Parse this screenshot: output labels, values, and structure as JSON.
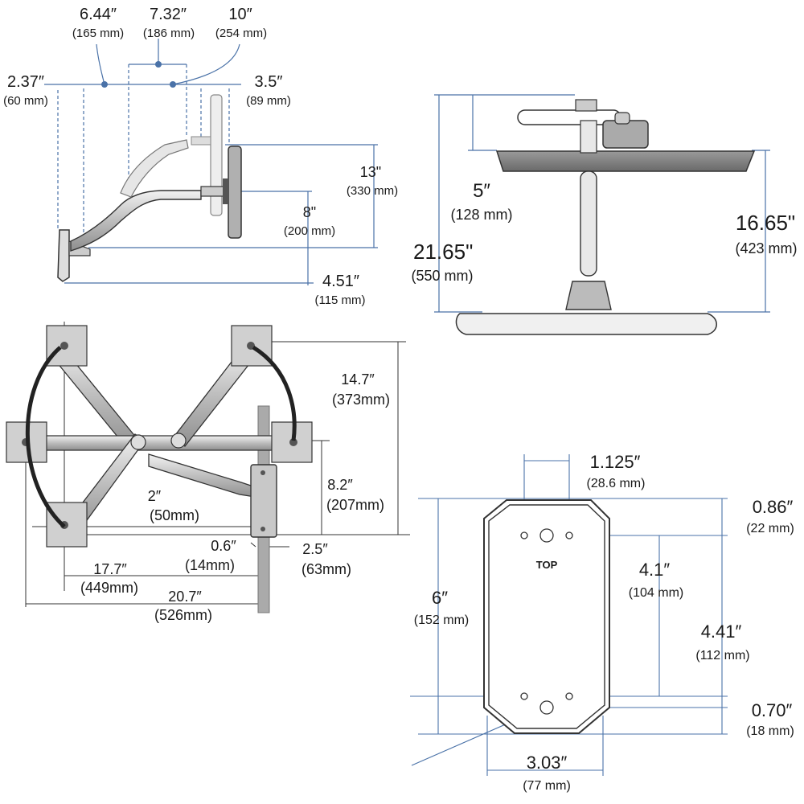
{
  "side_view": {
    "d1_in": "6.44″",
    "d1_mm": "(165 mm)",
    "d2_in": "7.32″",
    "d2_mm": "(186 mm)",
    "d3_in": "10″",
    "d3_mm": "(254 mm)",
    "d4_in": "2.37″",
    "d4_mm": "(60 mm)",
    "d5_in": "3.5″",
    "d5_mm": "(89 mm)",
    "d6_in": "13\"",
    "d6_mm": "(330 mm)",
    "d7_in": "8\"",
    "d7_mm": "(200 mm)",
    "d8_in": "4.51″",
    "d8_mm": "(115 mm)"
  },
  "desk_view": {
    "d1_in": "5″",
    "d1_mm": "(128 mm)",
    "d2_in": "21.65\"",
    "d2_mm": "(550 mm)",
    "d3_in": "16.65\"",
    "d3_mm": "(423 mm)"
  },
  "top_view": {
    "d1_in": "14.7″",
    "d1_mm": "(373mm)",
    "d2_in": "8.2″",
    "d2_mm": "(207mm)",
    "d3_in": "2″",
    "d3_mm": "(50mm)",
    "d4_in": "0.6″",
    "d4_mm": "(14mm)",
    "d5_in": "2.5″",
    "d5_mm": "(63mm)",
    "d6_in": "17.7″",
    "d6_mm": "(449mm)",
    "d7_in": "20.7″",
    "d7_mm": "(526mm)"
  },
  "plate_view": {
    "top_label": "TOP",
    "d1_in": "1.125″",
    "d1_mm": "(28.6 mm)",
    "d2_in": "0.86″",
    "d2_mm": "(22 mm)",
    "d3_in": "4.1″",
    "d3_mm": "(104 mm)",
    "d4_in": "6″",
    "d4_mm": "(152 mm)",
    "d5_in": "4.41″",
    "d5_mm": "(112 mm)",
    "d6_in": "0.70″",
    "d6_mm": "(18 mm)",
    "d7_in": "3.03″",
    "d7_mm": "(77 mm)"
  },
  "colors": {
    "dim_line": "#4a72a8",
    "arm_fill": "#c8c8c8",
    "cable": "#222222",
    "outline": "#333333"
  }
}
